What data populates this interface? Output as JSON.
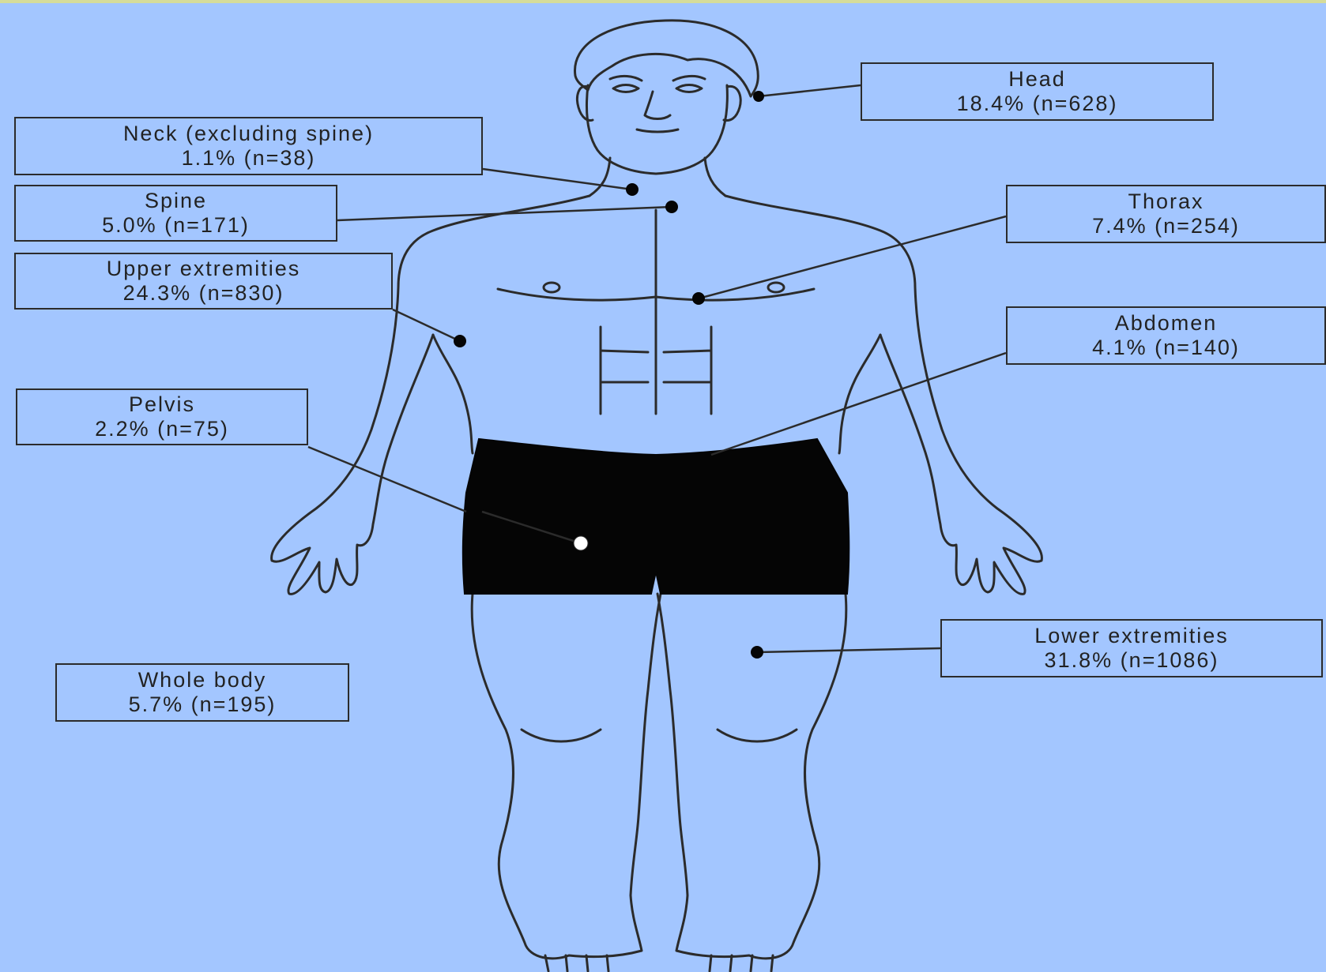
{
  "background_color": "#a3c6ff",
  "line_color": "#2b2b2b",
  "labels": {
    "head": {
      "name": "Head",
      "stat": "18.4% (n=628)"
    },
    "neck": {
      "name": "Neck (excluding spine)",
      "stat": "1.1% (n=38)"
    },
    "spine": {
      "name": "Spine",
      "stat": "5.0% (n=171)"
    },
    "upper": {
      "name": "Upper extremities",
      "stat": "24.3% (n=830)"
    },
    "pelvis": {
      "name": "Pelvis",
      "stat": "2.2% (n=75)"
    },
    "whole": {
      "name": "Whole body",
      "stat": "5.7% (n=195)"
    },
    "thorax": {
      "name": "Thorax",
      "stat": "7.4% (n=254)"
    },
    "abdomen": {
      "name": "Abdomen",
      "stat": "4.1% (n=140)"
    },
    "lower": {
      "name": "Lower extremities",
      "stat": "31.8% (n=1086)"
    }
  }
}
